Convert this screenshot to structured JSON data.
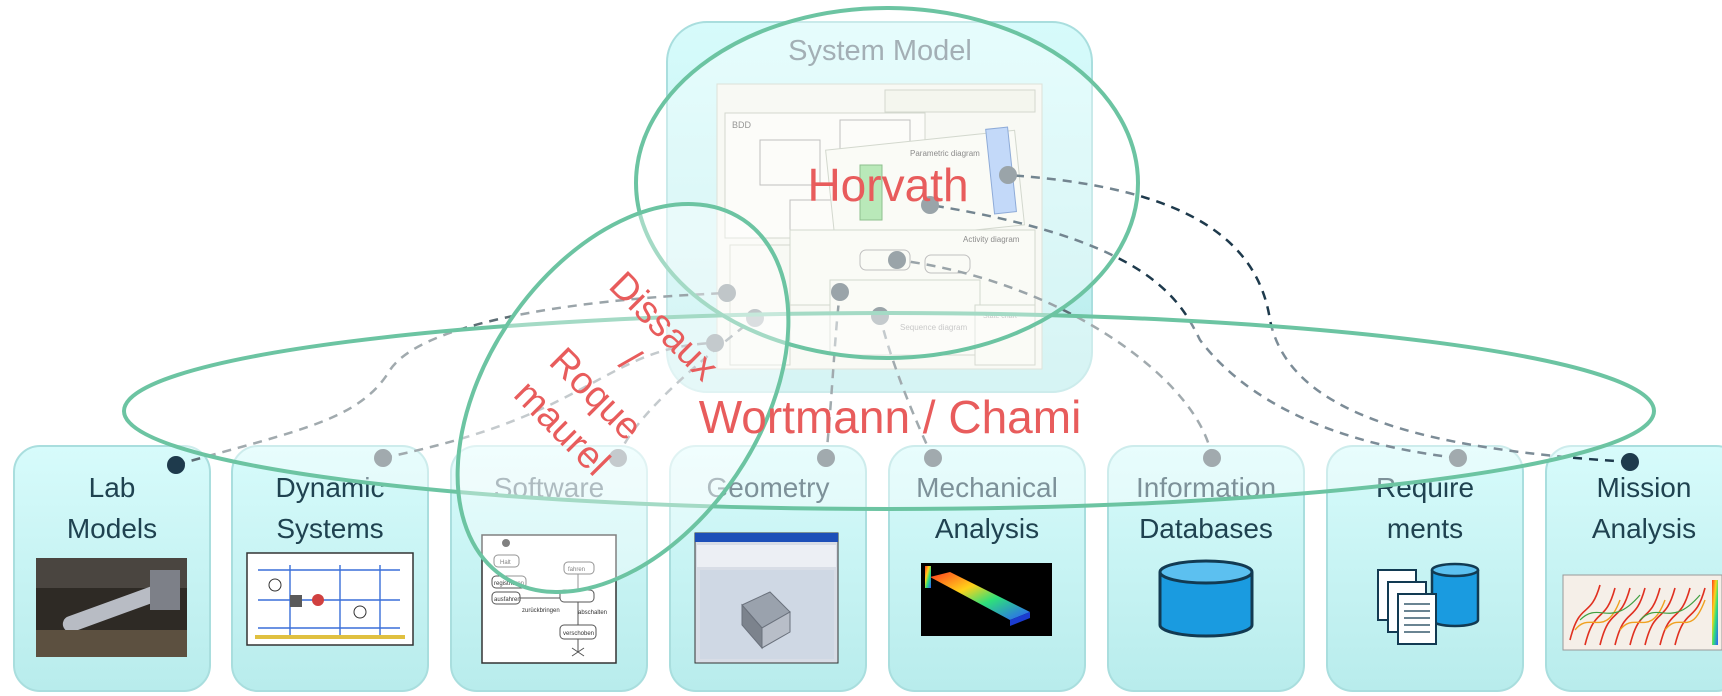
{
  "system_model": {
    "title": "System Model",
    "thumbnail": {
      "bdd_label": "BDD",
      "parametric_label": "Parametric diagram",
      "activity_label": "Activity diagram",
      "sequence_label": "Sequence diagram",
      "state_label": "State chart"
    }
  },
  "domains": [
    {
      "line1": "Lab",
      "line2": "Models",
      "thumbnail_icon": "lab-photo-icon"
    },
    {
      "line1": "Dynamic",
      "line2": "Systems",
      "thumbnail_icon": "simulation-diagram-icon"
    },
    {
      "line1": "Software",
      "line2": "",
      "thumbnail_icon": "state-machine-icon",
      "states": {
        "s1": "Halt",
        "s2": "registrieren",
        "s3": "ausfahren",
        "s4": "zurückbringen",
        "s5": "verschoben",
        "s6": "fahren",
        "s7": "abschalten"
      }
    },
    {
      "line1": "Geometry",
      "line2": "",
      "thumbnail_icon": "cad-window-icon"
    },
    {
      "line1": "Mechanical",
      "line2": "Analysis",
      "thumbnail_icon": "fem-plot-icon"
    },
    {
      "line1": "Information",
      "line2": "Databases",
      "thumbnail_icon": "database-cylinder-icon"
    },
    {
      "line1": "Require",
      "line2": "ments",
      "thumbnail_icon": "documents-icon"
    },
    {
      "line1": "Mission",
      "line2": "Analysis",
      "thumbnail_icon": "contour-plot-icon"
    }
  ],
  "overlay_labels": {
    "horvath": "Horvath",
    "wortmann_chami": "Wortmann / Chami",
    "dissaux_1": "Dissaux",
    "dissaux_2": "/",
    "dissaux_3": "Roque",
    "dissaux_4": "maurel"
  },
  "colors": {
    "box_fill": "#c6f3f3",
    "box_stroke": "#a9dede",
    "title_text": "#6b7f88",
    "domain_text": "#1f4250",
    "ellipse_stroke": "#6cc4a2",
    "overlay_text": "#e85c5c",
    "connector_dark": "#1e3a4c",
    "connector_gray": "#5d6d74"
  }
}
